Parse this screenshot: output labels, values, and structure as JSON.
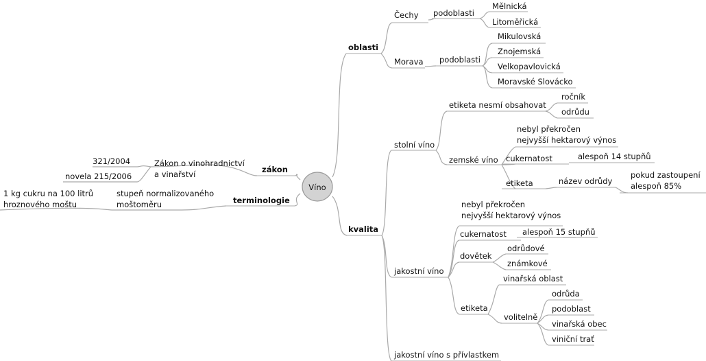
{
  "central": "Víno",
  "right": {
    "oblasti": {
      "label": "oblasti",
      "cechy": {
        "label": "Čechy",
        "podoblasti": "podoblasti",
        "items": [
          "Mělnická",
          "Litoměřická"
        ]
      },
      "morava": {
        "label": "Morava",
        "podoblasti": "podoblasti",
        "items": [
          "Mikulovská",
          "Znojemská",
          "Velkopavlovická",
          "Moravské Slovácko"
        ]
      }
    },
    "kvalita": {
      "label": "kvalita",
      "stolni": {
        "label": "stolní víno",
        "etiketa_nesmi": {
          "label": "etiketa nesmí obsahovat",
          "items": [
            "ročník",
            "odrůdu"
          ]
        },
        "zemske": {
          "label": "zemské víno",
          "nebyl": [
            "nebyl překročen",
            "nejvyšší hektarový výnos"
          ],
          "cukernatost": "cukernatost",
          "cukernatost_val": "alespoň 14 stupňů",
          "etiketa": "etiketa",
          "nazev": "název odrůdy",
          "pokud": [
            "pokud zastoupení",
            "alespoň 85%"
          ]
        }
      },
      "jakostni": {
        "label": "jakostní víno",
        "nebyl": [
          "nebyl překročen",
          "nejvyšší hektarový výnos"
        ],
        "cukernatost": "cukernatost",
        "cukernatost_val": "alespoň 15 stupňů",
        "dovetek": {
          "label": "dovětek",
          "items": [
            "odrůdové",
            "známkové"
          ]
        },
        "etiketa": {
          "label": "etiketa",
          "vinarska_oblast": "vinařská oblast",
          "volitelne": {
            "label": "volitelně",
            "items": [
              "odrůda",
              "podoblast",
              "vinařská obec",
              "viniční trať"
            ]
          }
        }
      },
      "privlastek": "jakostní víno s přívlastkem"
    }
  },
  "left": {
    "zakon": {
      "label": "zákon",
      "title": [
        "Zákon o vinohradnictví",
        "a vinařství"
      ],
      "items": [
        "321/2004",
        "novela 215/2006"
      ]
    },
    "terminologie": {
      "label": "terminologie",
      "title": [
        "stupeň normalizovaného",
        "moštoměru"
      ],
      "value": [
        "1 kg cukru na 100 litrů",
        "hroznového moštu"
      ]
    }
  }
}
